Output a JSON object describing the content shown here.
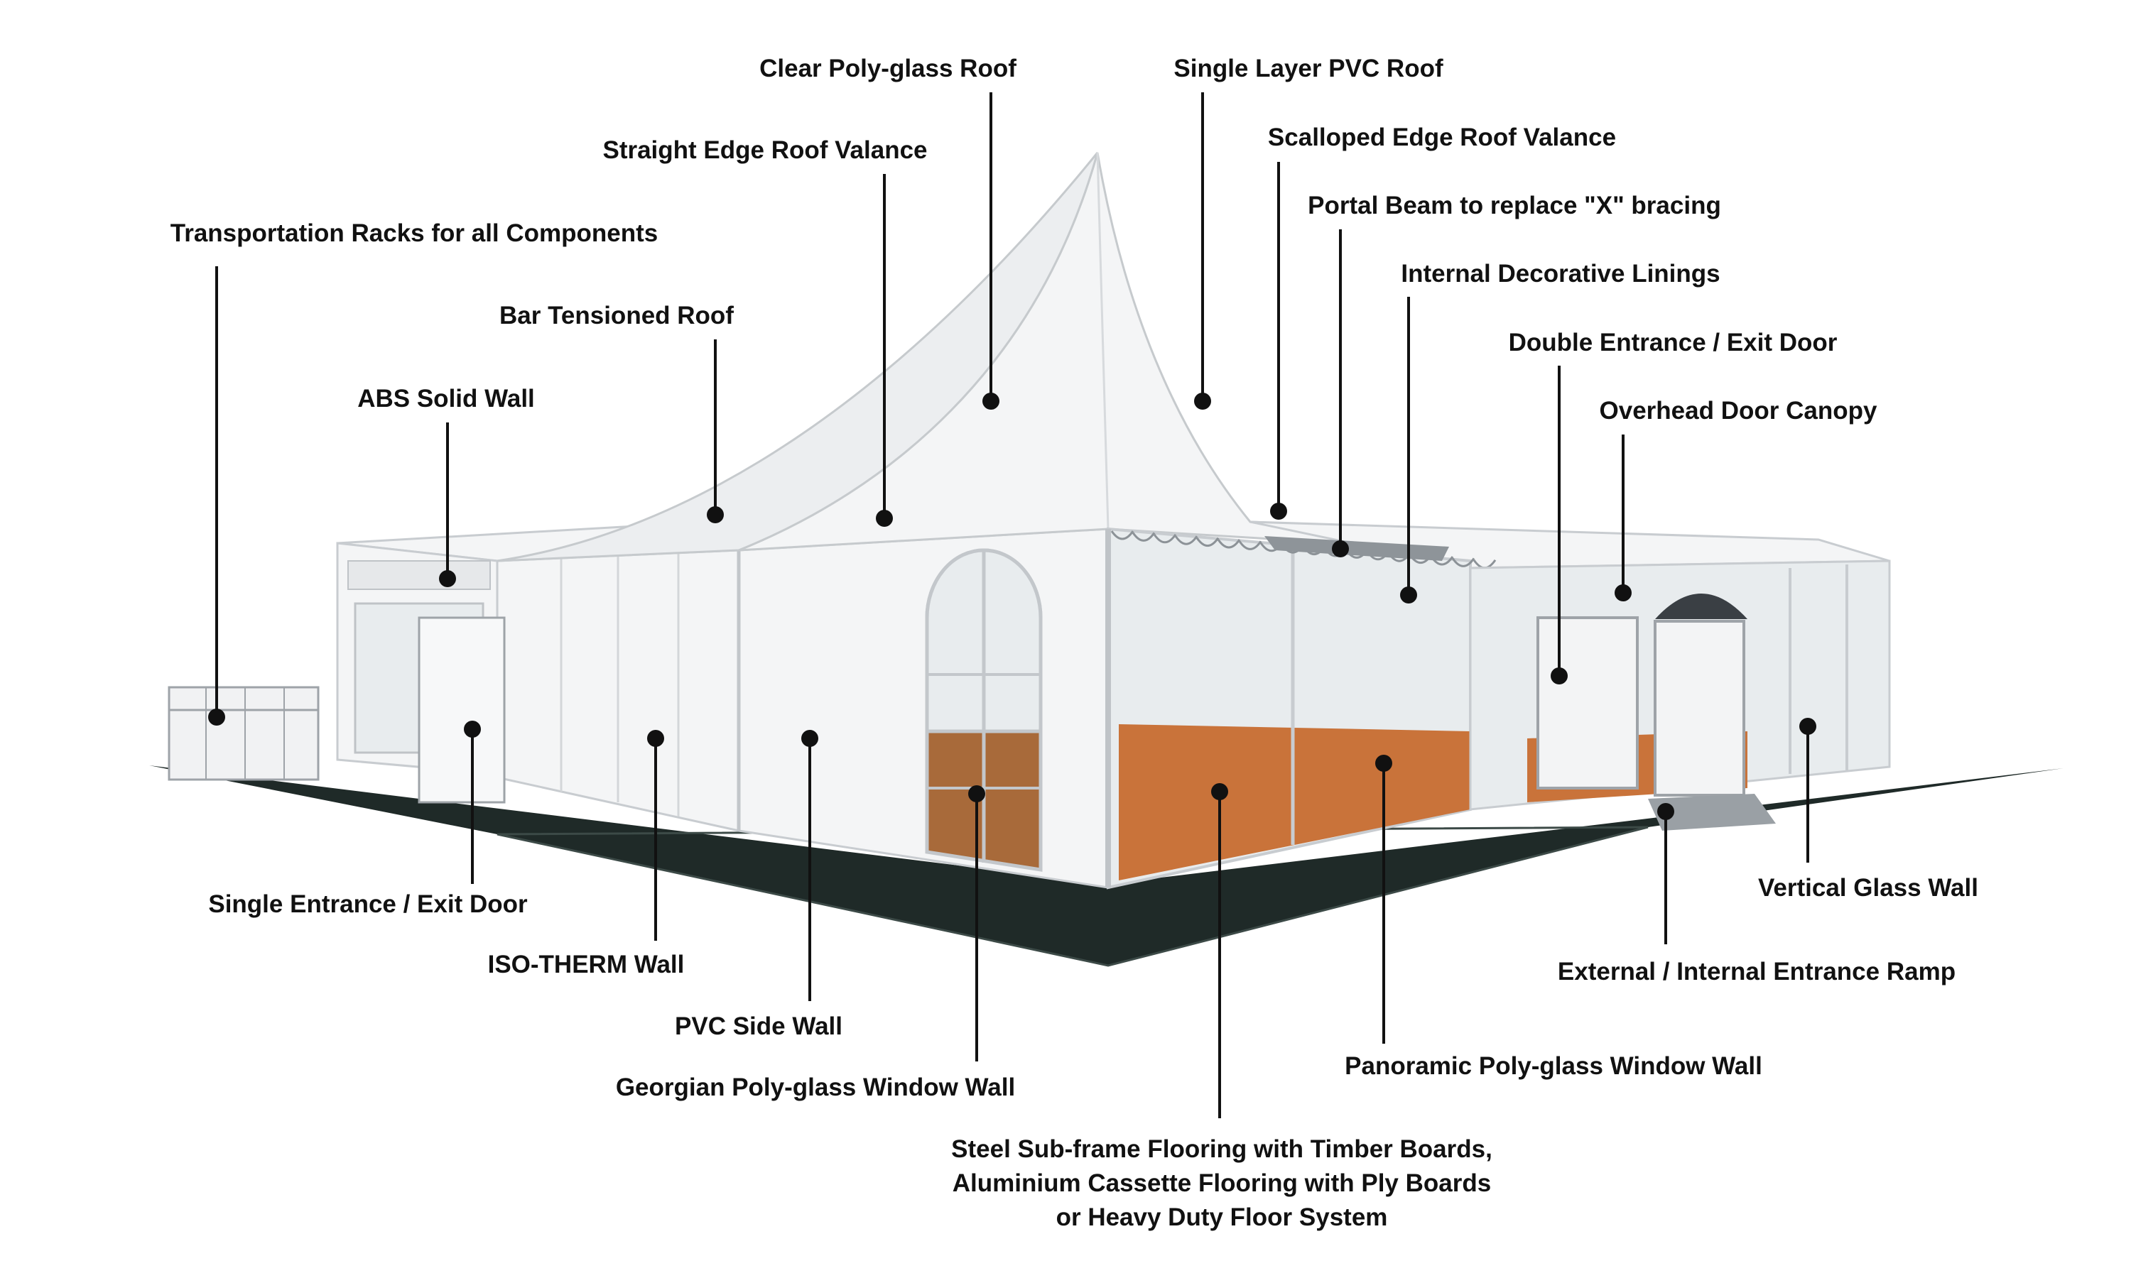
{
  "colors": {
    "ground": "#1f2a28",
    "tent": "#f4f5f6",
    "floor": "#c9733a",
    "frame": "#d9dcdf",
    "glass": "#e8ecee",
    "text": "#111111"
  },
  "labels": {
    "clear_polyglass_roof": "Clear Poly-glass Roof",
    "single_layer_pvc_roof": "Single Layer PVC Roof",
    "straight_edge_roof_valance": "Straight Edge Roof Valance",
    "scalloped_edge_roof_valance": "Scalloped Edge Roof Valance",
    "portal_beam": "Portal Beam to replace \"X\" bracing",
    "transportation_racks": "Transportation Racks for all Components",
    "internal_decorative_linings": "Internal Decorative Linings",
    "bar_tensioned_roof": "Bar Tensioned Roof",
    "double_entrance_exit_door": "Double Entrance / Exit Door",
    "abs_solid_wall": "ABS Solid Wall",
    "overhead_door_canopy": "Overhead Door Canopy",
    "single_entrance_exit_door": "Single Entrance / Exit Door",
    "vertical_glass_wall": "Vertical Glass Wall",
    "iso_therm_wall": "ISO-THERM Wall",
    "external_internal_entrance_ramp": "External / Internal Entrance Ramp",
    "pvc_side_wall": "PVC Side Wall",
    "panoramic_polyglass_window_wall": "Panoramic Poly-glass Window Wall",
    "georgian_polyglass_window_wall": "Georgian Poly-glass Window Wall",
    "flooring_line1": "Steel Sub-frame Flooring with Timber Boards,",
    "flooring_line2": "Aluminium Cassette Flooring with Ply Boards",
    "flooring_line3": "or Heavy Duty Floor System"
  }
}
